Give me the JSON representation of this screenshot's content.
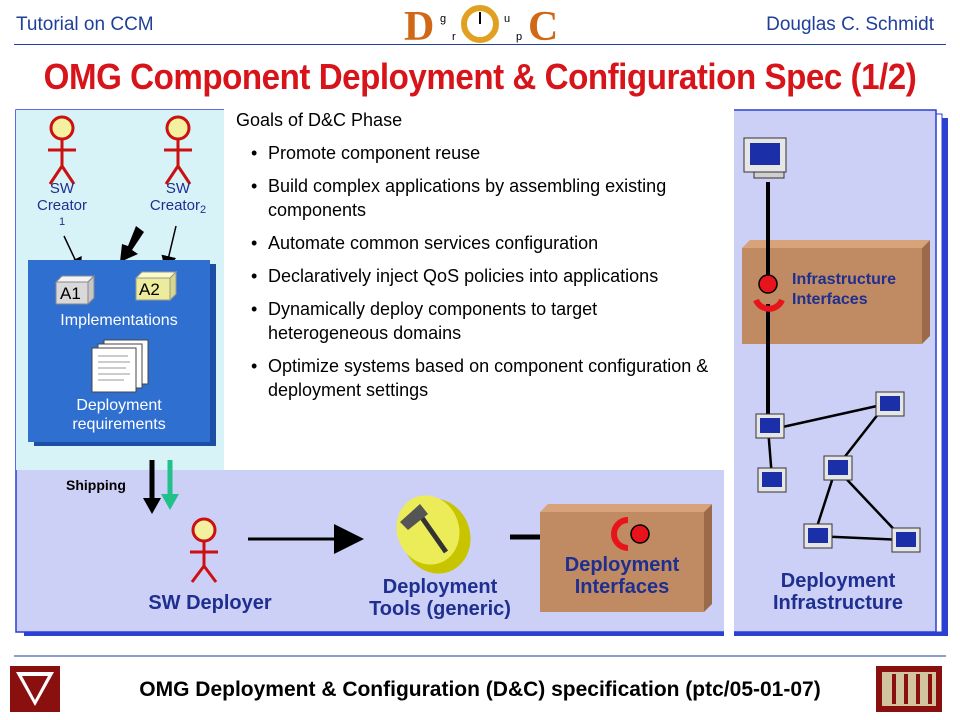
{
  "header": {
    "left": "Tutorial on CCM",
    "right": "Douglas C. Schmidt",
    "logo_letters": [
      "D",
      "g",
      "r",
      "u",
      "p",
      "C"
    ]
  },
  "title": "OMG Component Deployment & Configuration Spec (1/2)",
  "goals": {
    "heading": "Goals of D&C Phase",
    "items": [
      "Promote component reuse",
      "Build complex applications by assembling existing components",
      "Automate common services configuration",
      "Declaratively inject QoS policies into applications",
      "Dynamically deploy components to target heterogeneous domains",
      "Optimize systems based on component configuration & deployment settings"
    ]
  },
  "diagram": {
    "creator1": {
      "line1": "SW",
      "line2": "Creator",
      "sub": "1"
    },
    "creator2": {
      "line1": "SW",
      "line2": "Creator",
      "sub": "2"
    },
    "a1": "A1",
    "a2": "A2",
    "implementations": "Implementations",
    "deployment_requirements": [
      "Deployment",
      "requirements"
    ],
    "shipping": "Shipping",
    "sw_deployer": "SW Deployer",
    "deployment_tools": [
      "Deployment",
      "Tools (generic)"
    ],
    "deployment_interfaces": [
      "Deployment",
      "Interfaces"
    ],
    "infrastructure_interfaces": [
      "Infrastructure",
      "Interfaces"
    ],
    "deployment_infrastructure": [
      "Deployment",
      "Infrastructure"
    ]
  },
  "footer": "OMG Deployment & Configuration (D&C) specification (ptc/05-01-07)",
  "colors": {
    "title": "#d8141b",
    "header_text": "#1f3f9a",
    "panel": "#ccd0f6",
    "panel_border": "#2b3fd0",
    "impl_box": "#2f6fd0",
    "impl_light": "#d7f3f8",
    "tan_box": "#c08a62",
    "creator": "#cc1010",
    "shipping_arrow_2": "#22c08a"
  }
}
